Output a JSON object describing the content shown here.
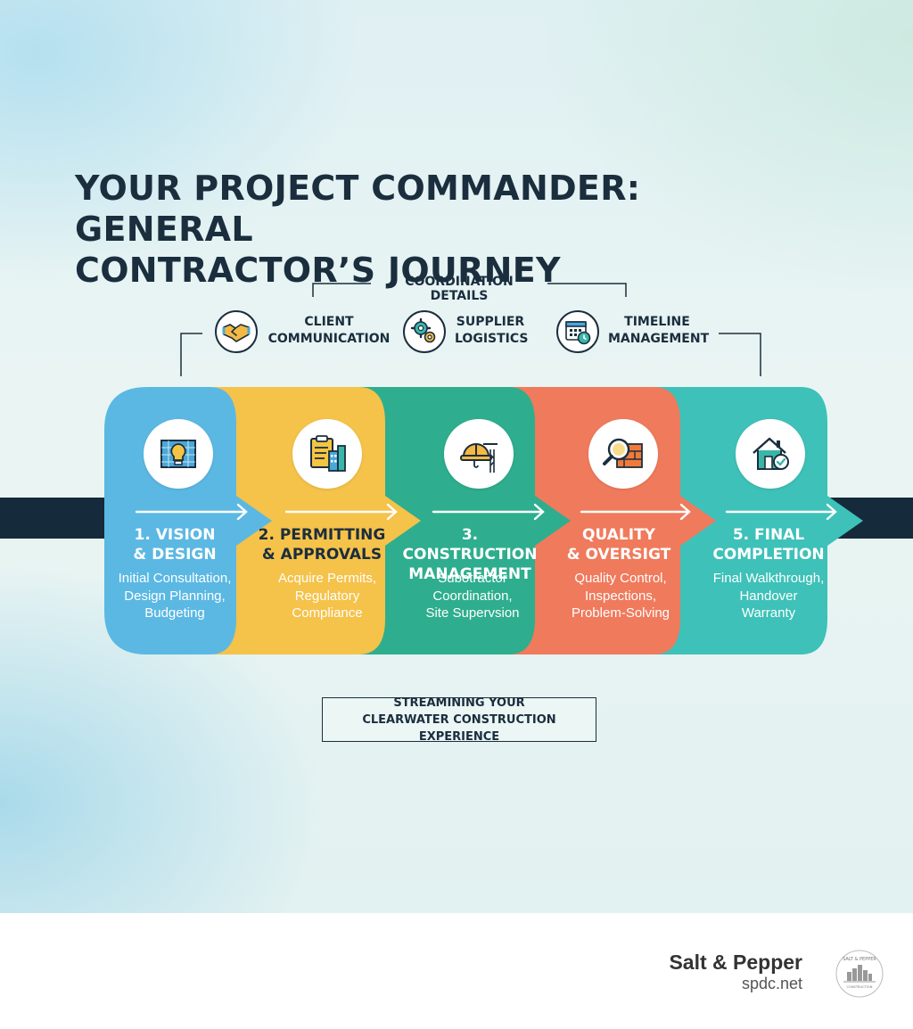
{
  "title": {
    "line1": "YOUR PROJECT COMMANDER: GENERAL",
    "line2": "CONTRACTOR’S JOURNEY"
  },
  "coordination": {
    "heading": "COORDINATION DETAILS",
    "items": [
      {
        "line1": "CLIENT",
        "line2": "COMMUNICATION",
        "icon": "handshake-icon"
      },
      {
        "line1": "SUPPLIER",
        "line2": "LOGISTICS",
        "icon": "gears-icon"
      },
      {
        "line1": "TIMELINE",
        "line2": "MANAGEMENT",
        "icon": "calendar-clock-icon"
      }
    ]
  },
  "steps": [
    {
      "title1": "1. VISION",
      "title2": "& DESIGN",
      "desc": [
        "Initial Consultation,",
        "Design Planning,",
        "Budgeting"
      ],
      "color": "#5bb8e3",
      "icon": "blueprint-lightbulb-icon"
    },
    {
      "title1": "2. PERMITTING",
      "title2": "& APPROVALS",
      "desc": [
        "Acquire Permits,",
        "Regulatory",
        "Compliance"
      ],
      "color": "#f5c24a",
      "icon": "clipboard-building-icon"
    },
    {
      "title1": "3. CONSTRUCTION",
      "title2": "MANAGEMENT",
      "desc": [
        "Subotractor",
        "Coordination,",
        "Site Supervsion"
      ],
      "color": "#2eae8e",
      "icon": "hardhat-crane-icon"
    },
    {
      "title1": "QUALITY",
      "title2": "& OVERSIGT",
      "desc": [
        "Quality Control,",
        "Inspections,",
        "Problem-Solving"
      ],
      "color": "#f07a5c",
      "icon": "magnifier-bricks-icon"
    },
    {
      "title1": "5. FINAL",
      "title2": "COMPLETION",
      "desc": [
        "Final Walkthrough,",
        "Handover",
        "Warranty"
      ],
      "color": "#3ec1b8",
      "icon": "house-check-icon"
    }
  ],
  "banner": {
    "line1": "STREAMINING YOUR",
    "line2": "CLEARWATER CONSTRUCTION EXPERIENCE"
  },
  "footer": {
    "brand": "Salt & Pepper",
    "site": "spdc.net",
    "logo_text": "SALT & PEPPER CONSTRUCTION"
  }
}
